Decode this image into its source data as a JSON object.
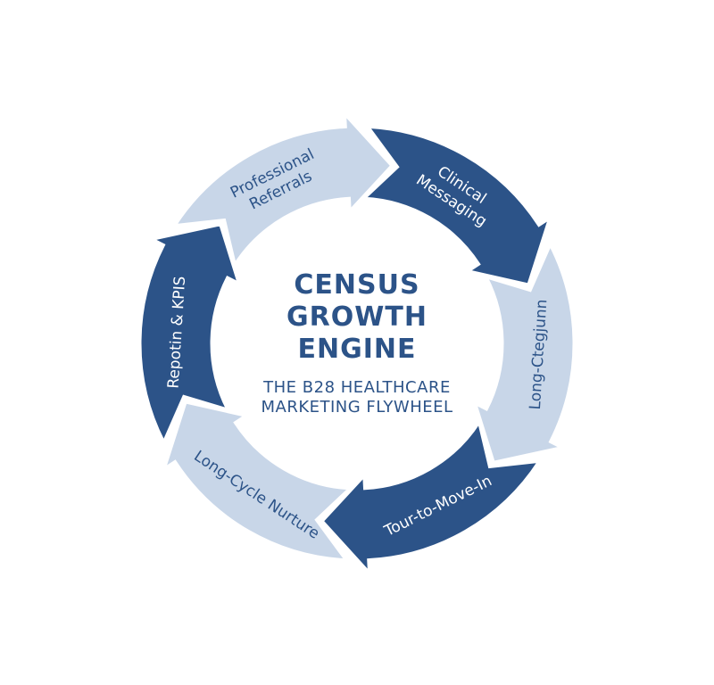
{
  "colors": {
    "dark": "#2c5388",
    "light": "#c8d6e8",
    "dark_text": "#ffffff",
    "light_text": "#2c5388",
    "title": "#2c5388",
    "background": "#ffffff"
  },
  "center": {
    "title_lines": [
      "CENSUS",
      "GROWTH",
      "ENGINE"
    ],
    "subtitle_lines": [
      "THE B28 HEALTHCARE",
      "MARKETING FLYWHEEL"
    ]
  },
  "segments": [
    {
      "id": "clinical-messaging",
      "tone": "dark",
      "lines": [
        "Clinical",
        "Messaging"
      ]
    },
    {
      "id": "long-ctegjunn",
      "tone": "light",
      "lines": [
        "Long-Ctegjunn"
      ]
    },
    {
      "id": "tour-to-move-in",
      "tone": "dark",
      "lines": [
        "Tour-to-Move-In"
      ]
    },
    {
      "id": "long-cycle-nurture",
      "tone": "light",
      "lines": [
        "Long-Cycle Nurture"
      ]
    },
    {
      "id": "repotin-kpis",
      "tone": "dark",
      "lines": [
        "Repotin & KPIS"
      ]
    },
    {
      "id": "professional-referrals",
      "tone": "light",
      "lines": [
        "Professional",
        "Referrals"
      ]
    }
  ]
}
